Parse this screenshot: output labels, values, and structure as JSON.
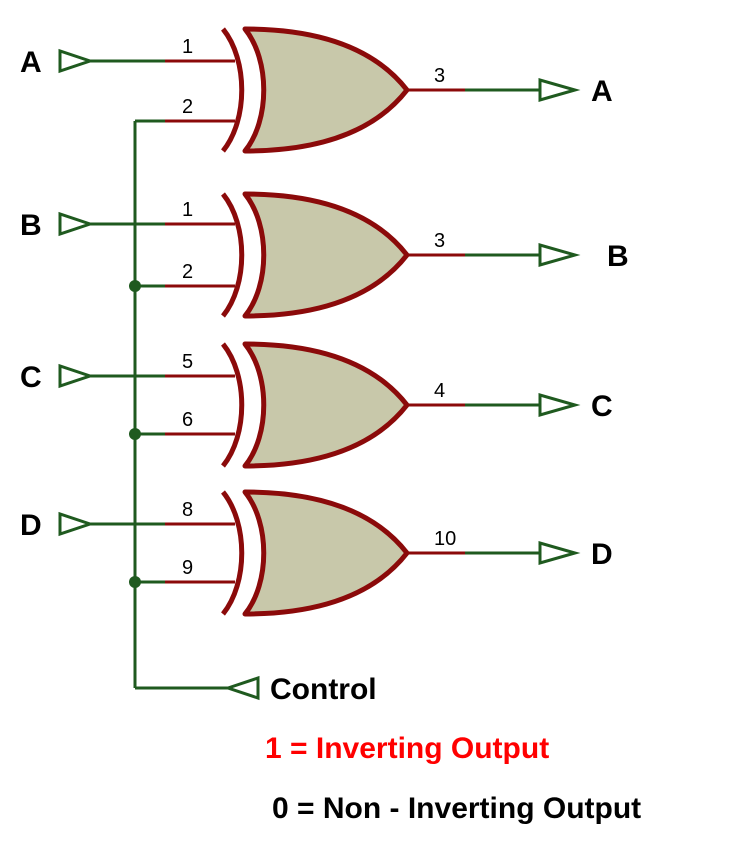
{
  "colors": {
    "wire": "#1f5a1f",
    "pin": "#8b0a0a",
    "gate_fill": "#c8c8aa",
    "gate_stroke": "#8b0a0a",
    "junction": "#1f5a1f",
    "legend_inverting": "#ff0000",
    "legend_noninverting": "#000000"
  },
  "gate_type": "XOR",
  "gates": [
    {
      "input_label": "A",
      "pin_in1": "1",
      "pin_in2": "2",
      "pin_out": "3",
      "output_label": "A"
    },
    {
      "input_label": "B",
      "pin_in1": "1",
      "pin_in2": "2",
      "pin_out": "3",
      "output_label": "B"
    },
    {
      "input_label": "C",
      "pin_in1": "5",
      "pin_in2": "6",
      "pin_out": "4",
      "output_label": "C"
    },
    {
      "input_label": "D",
      "pin_in1": "8",
      "pin_in2": "9",
      "pin_out": "10",
      "output_label": "D"
    }
  ],
  "control_label": "Control",
  "legend": {
    "inverting": "1 = Inverting Output",
    "noninverting": "0 = Non - Inverting Output"
  }
}
